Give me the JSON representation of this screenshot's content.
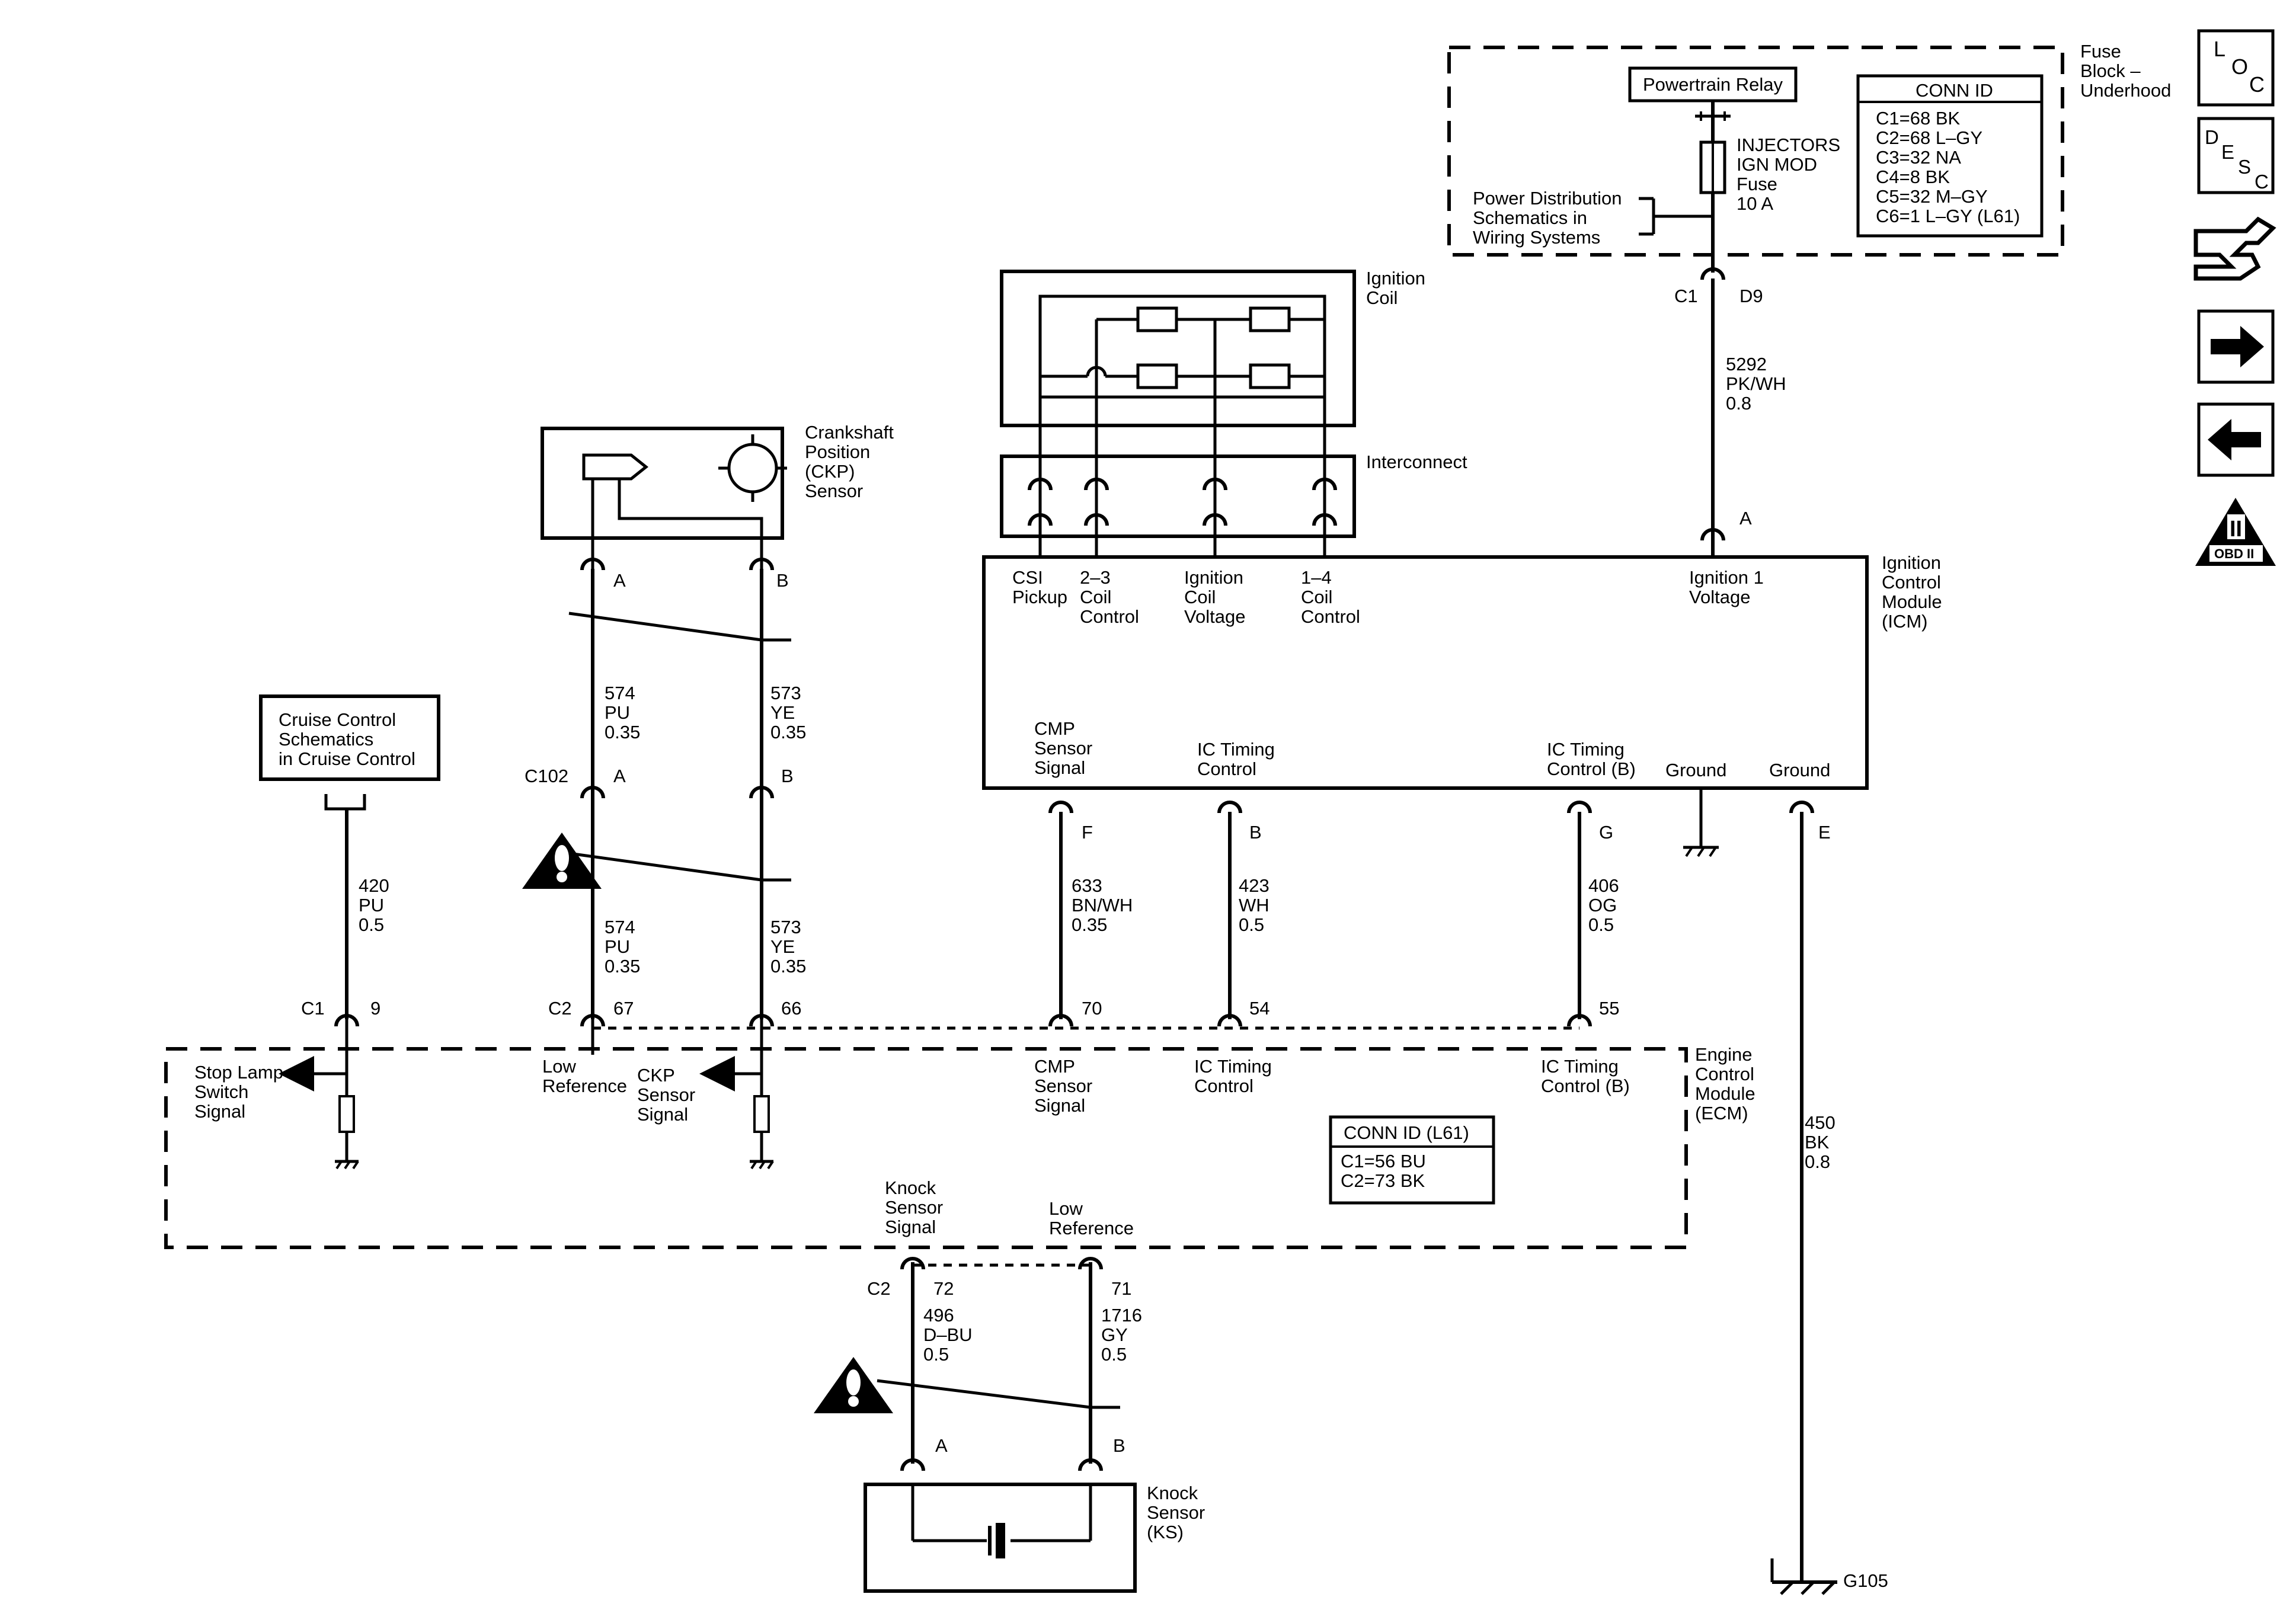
{
  "side_buttons": {
    "loc": [
      "L",
      "O",
      "C"
    ],
    "desc": [
      "D",
      "E",
      "S",
      "C"
    ],
    "obd_roman": "II",
    "obd_label": "OBD II"
  },
  "fuse_block": {
    "title": [
      "Fuse",
      "Block –",
      "Underhood"
    ],
    "relay": "Powertrain Relay",
    "fuse": [
      "INJECTORS",
      "IGN MOD",
      "Fuse",
      "10 A"
    ],
    "power_dist": [
      "Power Distribution",
      "Schematics in",
      "Wiring Systems"
    ],
    "conn_title": "CONN ID",
    "conn_list": [
      "C1=68 BK",
      "C2=68 L–GY",
      "C3=32 NA",
      "C4=8 BK",
      "C5=32 M–GY",
      "C6=1 L–GY (L61)"
    ],
    "conn_c1": "C1",
    "conn_d9": "D9"
  },
  "wires": {
    "ign_feed": [
      "5292",
      "PK/WH",
      "0.8"
    ],
    "ckp_a_upper": [
      "574",
      "PU",
      "0.35"
    ],
    "ckp_b_upper": [
      "573",
      "YE",
      "0.35"
    ],
    "ckp_a_lower": [
      "574",
      "PU",
      "0.35"
    ],
    "ckp_b_lower": [
      "573",
      "YE",
      "0.35"
    ],
    "cruise": [
      "420",
      "PU",
      "0.5"
    ],
    "cmp": [
      "633",
      "BN/WH",
      "0.35"
    ],
    "ict": [
      "423",
      "WH",
      "0.5"
    ],
    "ictb": [
      "406",
      "OG",
      "0.5"
    ],
    "ground": [
      "450",
      "BK",
      "0.8"
    ],
    "ks_sig": [
      "496",
      "D–BU",
      "0.5"
    ],
    "ks_ref": [
      "1716",
      "GY",
      "0.5"
    ]
  },
  "ignition_coil": {
    "title": [
      "Ignition",
      "Coil"
    ]
  },
  "interconnect": {
    "title": "Interconnect"
  },
  "ckp_sensor": {
    "title": [
      "Crankshaft",
      "Position",
      "(CKP)",
      "Sensor"
    ]
  },
  "icm": {
    "title": [
      "Ignition",
      "Control",
      "Module",
      "(ICM)"
    ],
    "csi": [
      "CSI",
      "Pickup"
    ],
    "coil23": [
      "2–3",
      "Coil",
      "Control"
    ],
    "ignv": [
      "Ignition",
      "Coil",
      "Voltage"
    ],
    "coil14": [
      "1–4",
      "Coil",
      "Control"
    ],
    "ign1": [
      "Ignition 1",
      "Voltage"
    ],
    "cmp": [
      "CMP",
      "Sensor",
      "Signal"
    ],
    "ict": [
      "IC Timing",
      "Control"
    ],
    "ictb": [
      "IC Timing",
      "Control (B)"
    ],
    "gnd1": "Ground",
    "gnd2": "Ground"
  },
  "cruise": {
    "title": [
      "Cruise Control",
      "Schematics",
      "in Cruise Control"
    ]
  },
  "ecm": {
    "title": [
      "Engine",
      "Control",
      "Module",
      "(ECM)"
    ],
    "stop_lamp": [
      "Stop Lamp",
      "Switch",
      "Signal"
    ],
    "low_ref": [
      "Low",
      "Reference"
    ],
    "ckp_sig": [
      "CKP",
      "Sensor",
      "Signal"
    ],
    "cmp_sig": [
      "CMP",
      "Sensor",
      "Signal"
    ],
    "ict": [
      "IC Timing",
      "Control"
    ],
    "ictb": [
      "IC Timing",
      "Control (B)"
    ],
    "ks_sig": [
      "Knock",
      "Sensor",
      "Signal"
    ],
    "ks_ref": [
      "Low",
      "Reference"
    ],
    "conn_title": "CONN ID (L61)",
    "conn_list": [
      "C1=56 BU",
      "C2=73 BK"
    ]
  },
  "knock": {
    "title": [
      "Knock",
      "Sensor",
      "(KS)"
    ]
  },
  "pins": {
    "ign_a": "A",
    "ckp_a": "A",
    "ckp_b": "B",
    "c102": "C102",
    "c102_a": "A",
    "c102_b": "B",
    "icm_f": "F",
    "icm_b": "B",
    "icm_g": "G",
    "icm_e": "E",
    "c1": "C1",
    "c1_9": "9",
    "c2": "C2",
    "c2_67": "67",
    "c2_66": "66",
    "ecm_70": "70",
    "ecm_54": "54",
    "ecm_55": "55",
    "c2_ks": "C2",
    "ks_72": "72",
    "ks_71": "71",
    "ks_a": "A",
    "ks_b": "B",
    "g105": "G105"
  }
}
